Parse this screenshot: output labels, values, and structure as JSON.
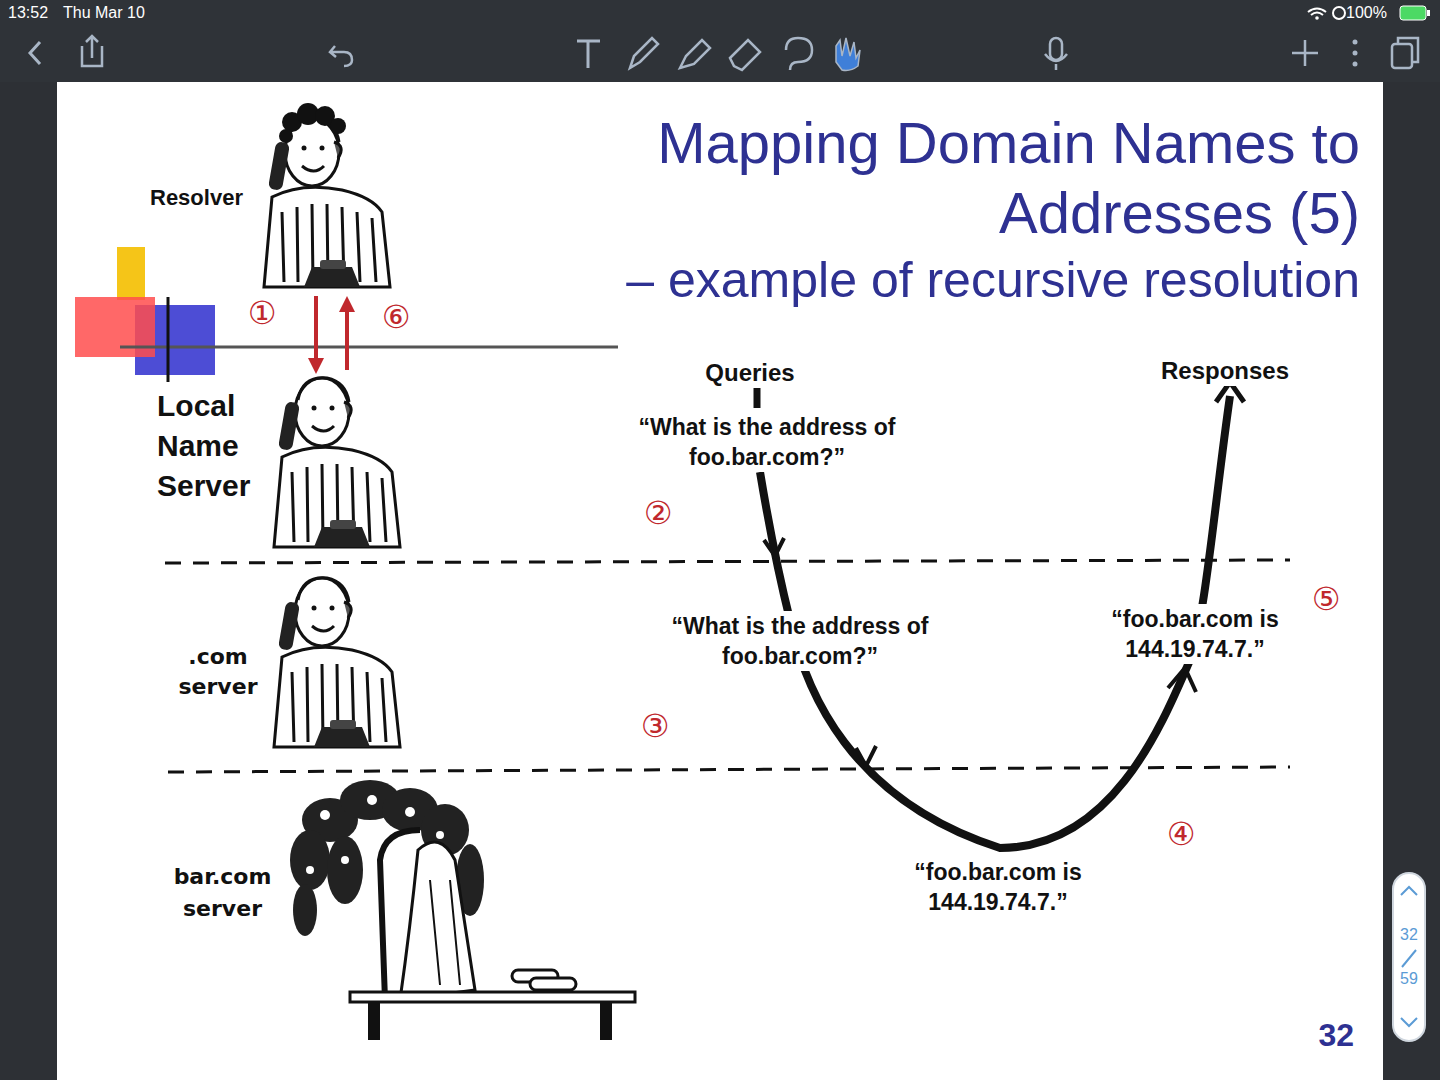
{
  "diagram": {
    "title": "Mapping Domain Names to Addresses (5)",
    "nodes": [
      {
        "text": [
          "Resolver"
        ]
      },
      {
        "text": [
          "Local Name Server"
        ]
      },
      {
        "text": [
          ".com server"
        ]
      },
      {
        "text": [
          "bar.com server"
        ]
      }
    ],
    "edges": [
      {
        "from": 0,
        "to": 1,
        "arrow": "to"
      },
      {
        "from": 1,
        "to": 0,
        "arrow": "to"
      }
    ],
    "labels": [
      "13:52",
      "Thu Mar 10",
      "100%",
      "– example of recursive resolution",
      "①",
      "⑥",
      "Queries",
      "Responses",
      "“What is the address of foo.bar.com?”",
      "②",
      "“What is the address of foo.bar.com?”",
      "“foo.bar.com is 144.19.74.7.”",
      "⑤",
      "③",
      "④",
      "“foo.bar.com is 144.19.74.7.”",
      "32",
      "59",
      "32"
    ]
  }
}
